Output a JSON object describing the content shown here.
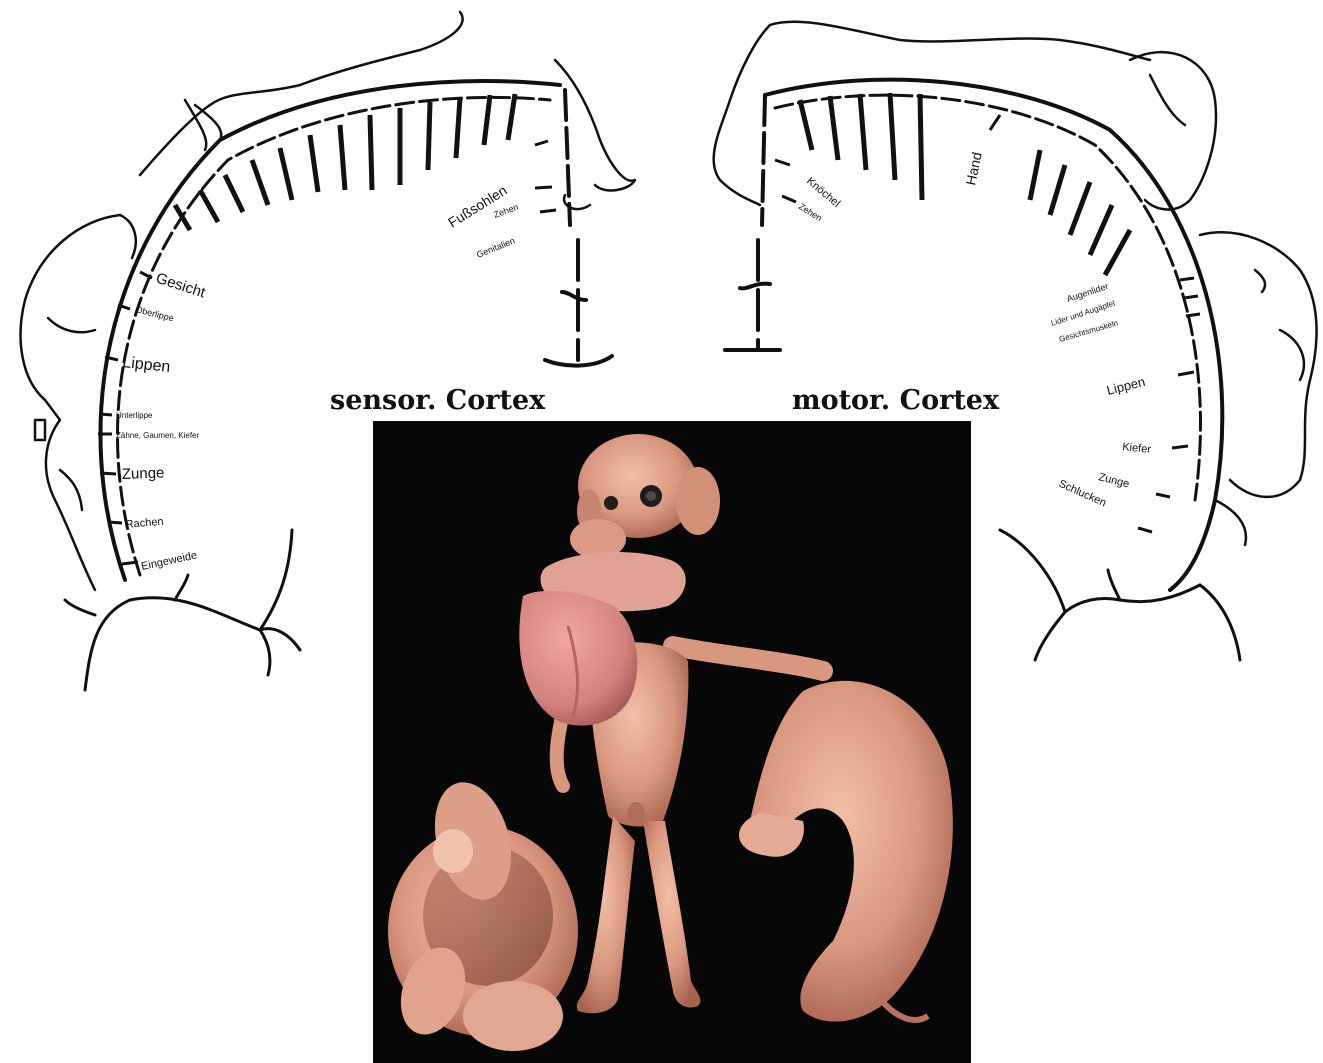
{
  "sensory_cortex": {
    "title": "sensor. Cortex",
    "labels": {
      "gesicht": "Gesicht",
      "oberlippe": "Oberlippe",
      "lippen": "Lippen",
      "unterlippe": "Unterlippe",
      "zaehne": "Zähne, Gaumen, Kiefer",
      "zunge": "Zunge",
      "rachen": "Rachen",
      "eingeweide": "Eingeweide",
      "fusssohlen": "Fußsohlen",
      "zehen": "Zehen",
      "genitalien": "Genitalien"
    }
  },
  "motor_cortex": {
    "title": "motor. Cortex",
    "labels": {
      "zehen": "Zehen",
      "knoechel": "Knöchel",
      "hand": "Hand",
      "augenlider": "Augenlider",
      "lider_augaepfel": "Lider und Augäpfel",
      "gesichtsmuskeln": "Gesichtsmuskeln",
      "lippen": "Lippen",
      "kiefer": "Kiefer",
      "zunge": "Zunge",
      "schlucken": "Schlucken"
    }
  },
  "colors": {
    "ink": "#111111",
    "photo_background": "#070707",
    "skin": "#e0a089",
    "skin_shadow": "#b8725e",
    "tongue": "#d98a84"
  }
}
